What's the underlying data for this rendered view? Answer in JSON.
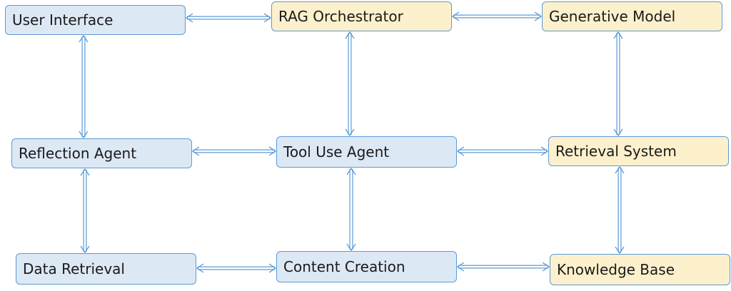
{
  "diagram": {
    "nodes": {
      "user_interface": "User Interface",
      "rag_orchestrator": "RAG Orchestrator",
      "generative_model": "Generative Model",
      "reflection_agent": "Reflection Agent",
      "tool_use_agent": "Tool Use Agent",
      "retrieval_system": "Retrieval System",
      "data_retrieval": "Data Retrieval",
      "content_creation": "Content Creation",
      "knowledge_base": "Knowledge Base"
    },
    "connections": [
      [
        "User Interface",
        "RAG Orchestrator"
      ],
      [
        "RAG Orchestrator",
        "Generative Model"
      ],
      [
        "Reflection Agent",
        "Tool Use Agent"
      ],
      [
        "Tool Use Agent",
        "Retrieval System"
      ],
      [
        "Data Retrieval",
        "Content Creation"
      ],
      [
        "Content Creation",
        "Knowledge Base"
      ],
      [
        "User Interface",
        "Reflection Agent"
      ],
      [
        "Reflection Agent",
        "Data Retrieval"
      ],
      [
        "RAG Orchestrator",
        "Tool Use Agent"
      ],
      [
        "Tool Use Agent",
        "Content Creation"
      ],
      [
        "Generative Model",
        "Retrieval System"
      ],
      [
        "Retrieval System",
        "Knowledge Base"
      ]
    ],
    "colors": {
      "blue_fill": "#dde8f5",
      "yellow_fill": "#fdf0cc",
      "border": "#5b9bd5",
      "arrow": "#5b9bd5"
    }
  }
}
